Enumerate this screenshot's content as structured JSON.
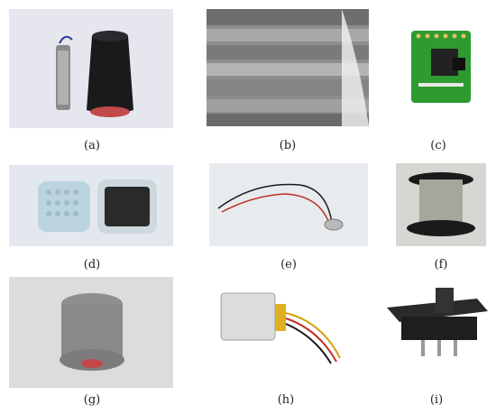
{
  "panels": [
    {
      "id": "a",
      "caption": "(a)"
    },
    {
      "id": "b",
      "caption": "(b)"
    },
    {
      "id": "c",
      "caption": "(c)"
    },
    {
      "id": "d",
      "caption": "(d)"
    },
    {
      "id": "e",
      "caption": "(e)"
    },
    {
      "id": "f",
      "caption": "(f)"
    },
    {
      "id": "g",
      "caption": "(g)"
    },
    {
      "id": "h",
      "caption": "(h)"
    },
    {
      "id": "i",
      "caption": "(i)"
    }
  ]
}
